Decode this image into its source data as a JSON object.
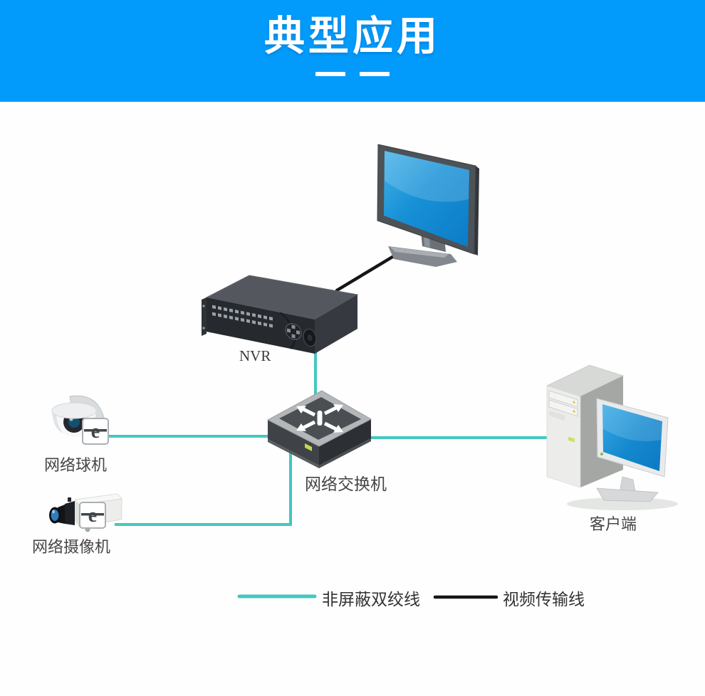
{
  "header": {
    "title": "典型应用",
    "bg_color": "#029afb",
    "text_color": "#ffffff"
  },
  "diagram": {
    "badge_letter": "e",
    "colors": {
      "utp_line": "#43c7c1",
      "video_line": "#161616"
    },
    "nodes": {
      "nvr": {
        "label": "NVR"
      },
      "switch": {
        "label": "网络交换机"
      },
      "dome_camera": {
        "label": "网络球机"
      },
      "box_camera": {
        "label": "网络摄像机"
      },
      "client": {
        "label": "客户端"
      }
    }
  },
  "legend": {
    "items": [
      {
        "label": "非屏蔽双绞线",
        "color": "#43c7c1"
      },
      {
        "label": "视频传输线",
        "color": "#161616"
      }
    ]
  }
}
